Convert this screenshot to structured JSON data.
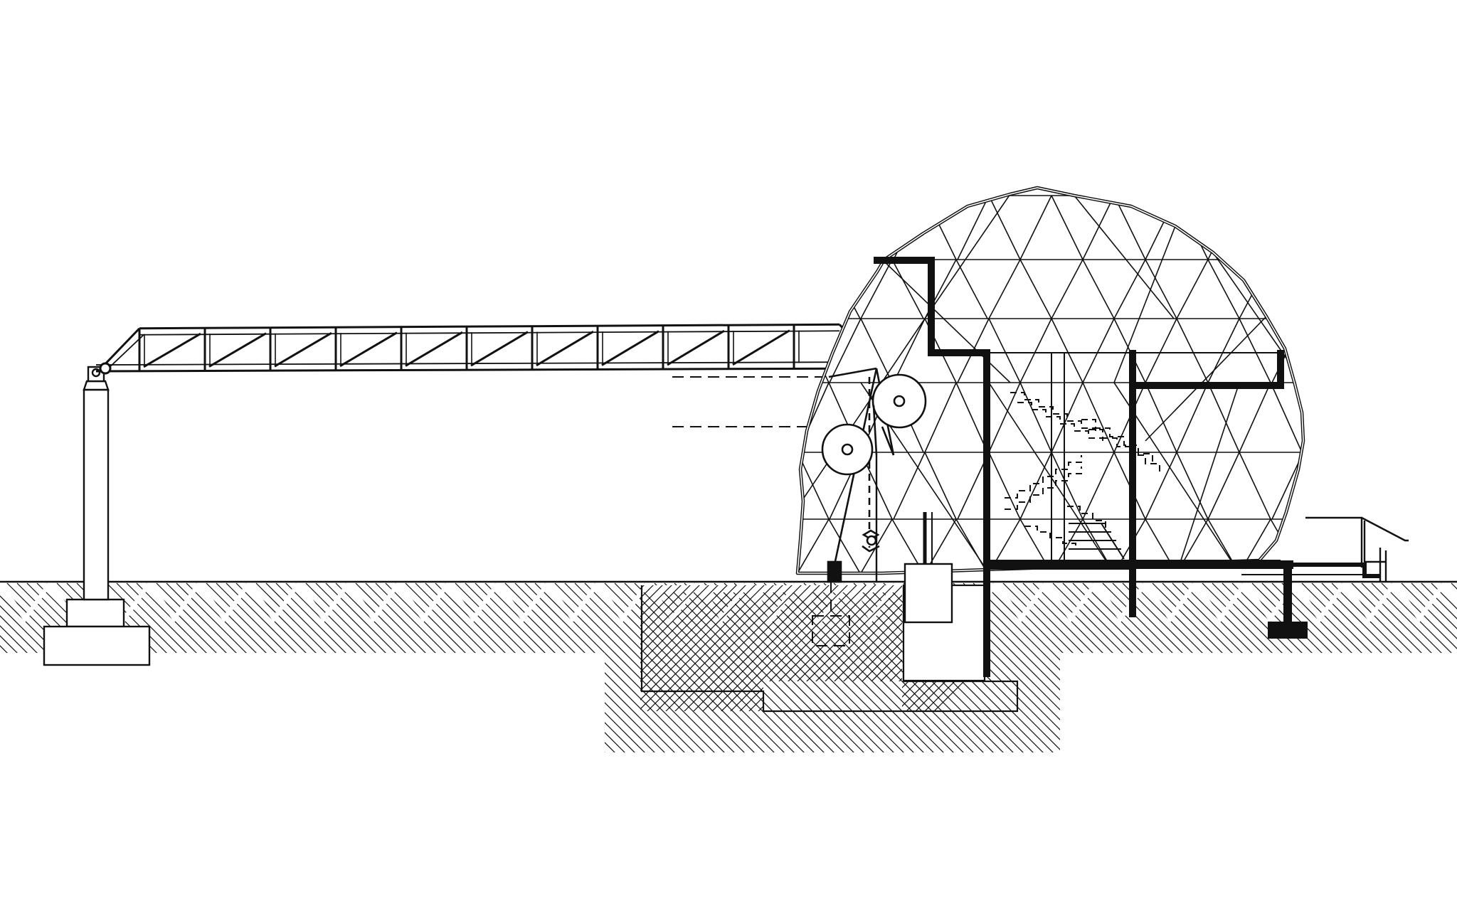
{
  "drawing": {
    "ink_color": "#111111",
    "paper_color": "#ffffff",
    "components": [
      "ground-line",
      "soil-hatching",
      "concrete-foundation",
      "support-column",
      "column-footing",
      "truss-arm",
      "geodesic-dome",
      "cable-pulleys",
      "machinery-housing",
      "interior-walls",
      "floor-slab",
      "terrace-railing",
      "dashed-hidden-lines",
      "stair"
    ]
  }
}
